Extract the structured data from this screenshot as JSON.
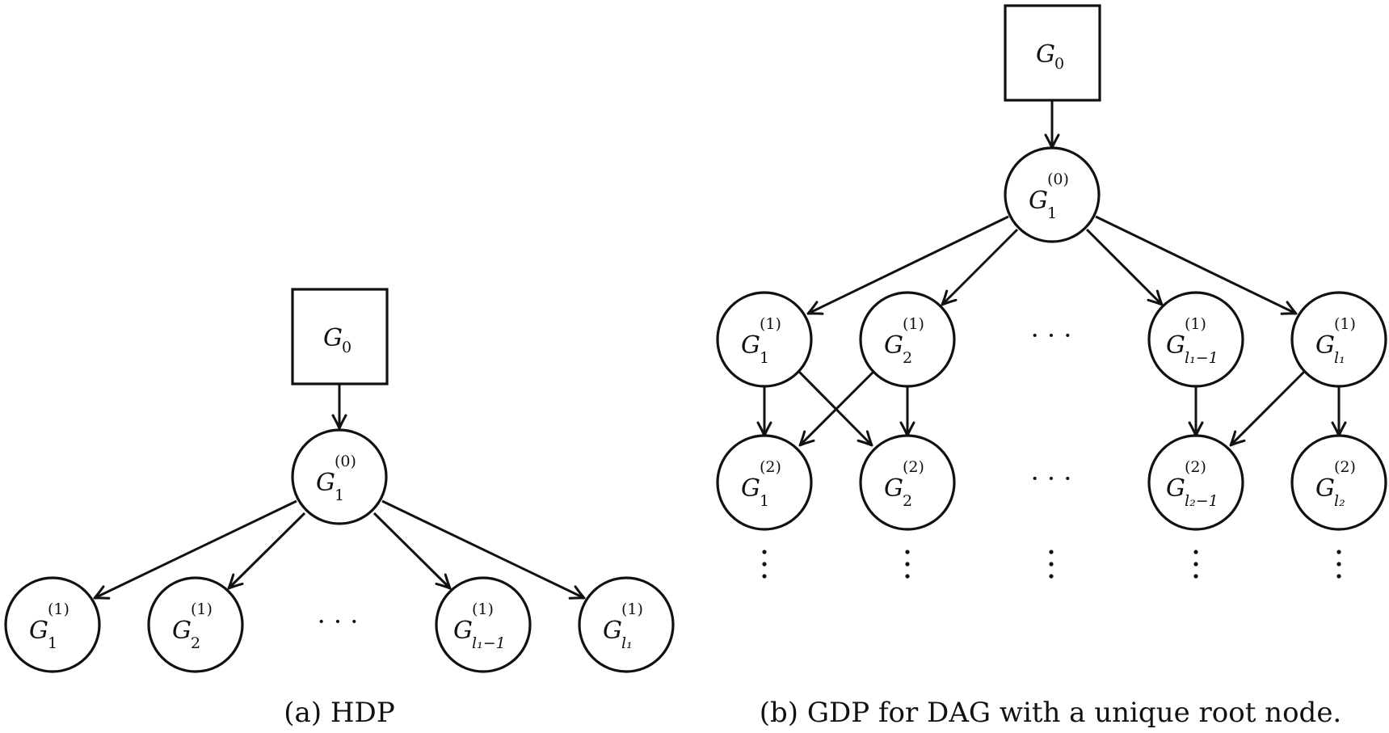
{
  "captions": {
    "a": "(a) HDP",
    "b": "(b) GDP for DAG with a unique root node."
  },
  "symbols": {
    "base_letter": "G",
    "root_subscript": "0",
    "ellipsis": "· · ·",
    "superscripts": {
      "level0": "(0)",
      "level1": "(1)",
      "level2": "(2)"
    },
    "subscripts": {
      "one": "1",
      "two": "2",
      "l1_minus_1": "l₁−1",
      "l1": "l₁",
      "l2_minus_1": "l₂−1",
      "l2": "l₂"
    }
  },
  "diagrams": {
    "hdp": {
      "root": "G_0",
      "level0": [
        "G_1^(0)"
      ],
      "level1": [
        "G_1^(1)",
        "G_2^(1)",
        "· · ·",
        "G_{l1-1}^(1)",
        "G_{l1}^(1)"
      ]
    },
    "gdp": {
      "root": "G_0",
      "level0": [
        "G_1^(0)"
      ],
      "level1": [
        "G_1^(1)",
        "G_2^(1)",
        "· · ·",
        "G_{l1-1}^(1)",
        "G_{l1}^(1)"
      ],
      "level2": [
        "G_1^(2)",
        "G_2^(2)",
        "· · ·",
        "G_{l2-1}^(2)",
        "G_{l2}^(2)"
      ]
    }
  }
}
